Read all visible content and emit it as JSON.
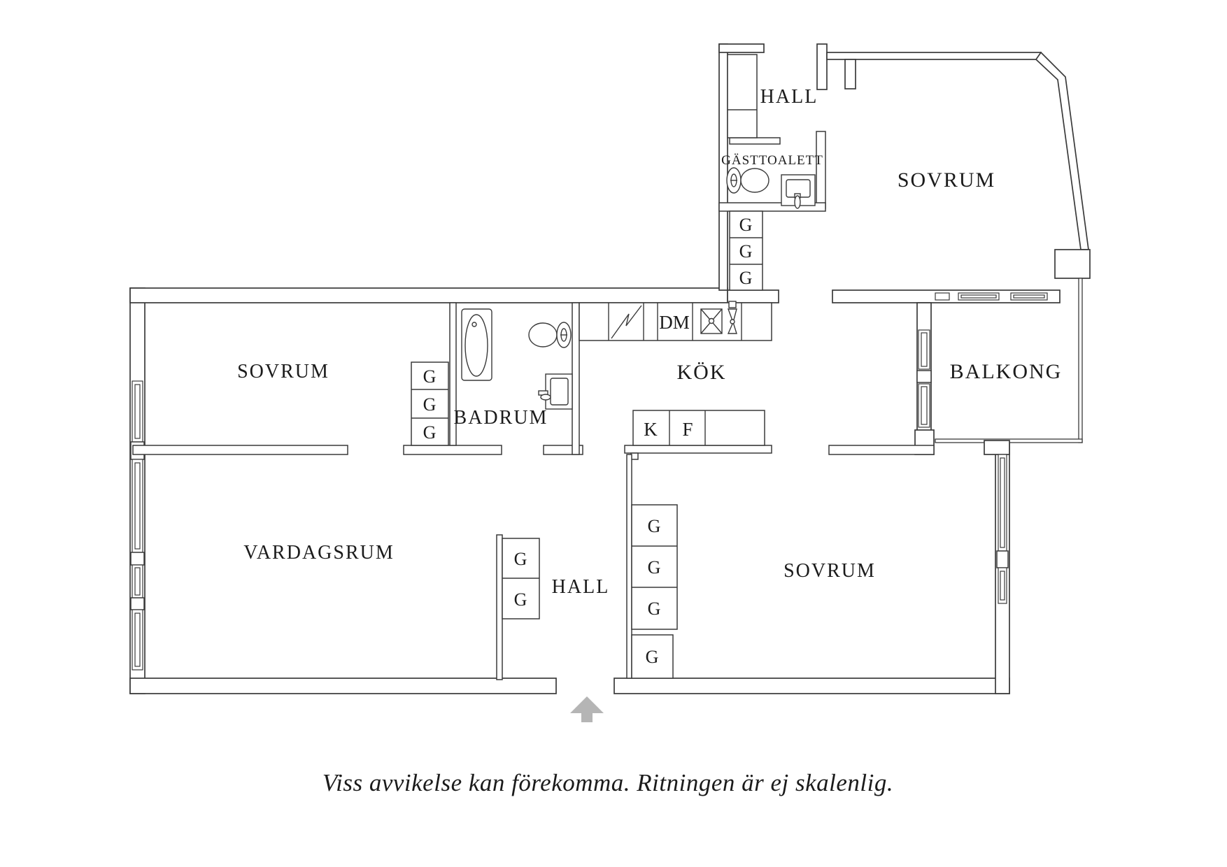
{
  "floorplan": {
    "rooms": {
      "hall_top": "HALL",
      "gasttoalett": "GÄSTTOALETT",
      "sovrum_ne": "SOVRUM",
      "sovrum_w": "SOVRUM",
      "badrum": "BADRUM",
      "kok": "KÖK",
      "balkong": "BALKONG",
      "vardagsrum": "VARDAGSRUM",
      "hall_lower": "HALL",
      "sovrum_se": "SOVRUM"
    },
    "appliances": {
      "dishwasher": "DM",
      "fridge": "K",
      "freezer": "F"
    },
    "wardrobe_label": "G",
    "caption": "Viss avvikelse kan förekomma. Ritningen är ej skalenlig.",
    "colors": {
      "wall_line": "#3a3a3a",
      "text": "#1b1b1b",
      "entrance_arrow": "#b5b5b5",
      "background": "#ffffff"
    }
  }
}
